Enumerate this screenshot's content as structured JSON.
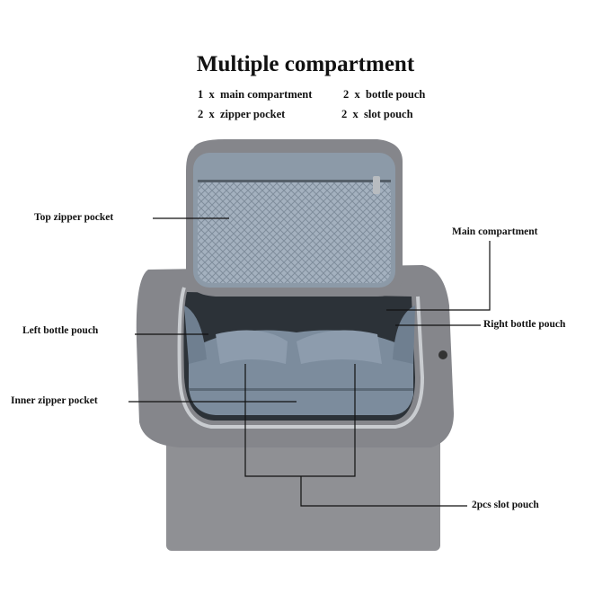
{
  "title": "Multiple compartment",
  "specs": [
    {
      "text": "1  x  main compartment"
    },
    {
      "text": "2  x  bottle pouch"
    },
    {
      "text": "2  x  zipper pocket"
    },
    {
      "text": "2  x  slot pouch"
    }
  ],
  "labels": {
    "top_zipper_pocket": "Top zipper pocket",
    "main_compartment": "Main compartment",
    "right_bottle_pouch": "Right bottle pouch",
    "left_bottle_pouch": "Left bottle pouch",
    "inner_zipper_pocket": "Inner zipper pocket",
    "slot_pouch": "2pcs slot pouch"
  },
  "colors": {
    "fabric": "#8b8c90",
    "lining": "#7a8a9a",
    "mesh": "#9eacbb"
  }
}
